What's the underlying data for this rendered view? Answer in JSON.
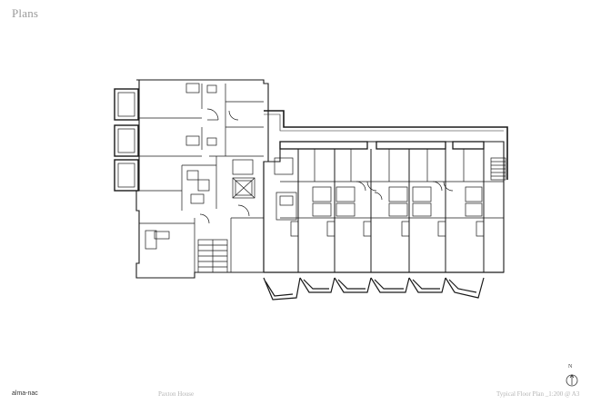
{
  "page": {
    "title": "Plans"
  },
  "footer": {
    "brand": "alma-nac",
    "project": "Paxton House",
    "drawing": "Typical Floor Plan _1:200 @ A3"
  },
  "north_arrow": {
    "label": "N"
  },
  "colors": {
    "line": "#1a1a1a",
    "title": "#9a9a9a",
    "footer": "#b5b5b5"
  }
}
